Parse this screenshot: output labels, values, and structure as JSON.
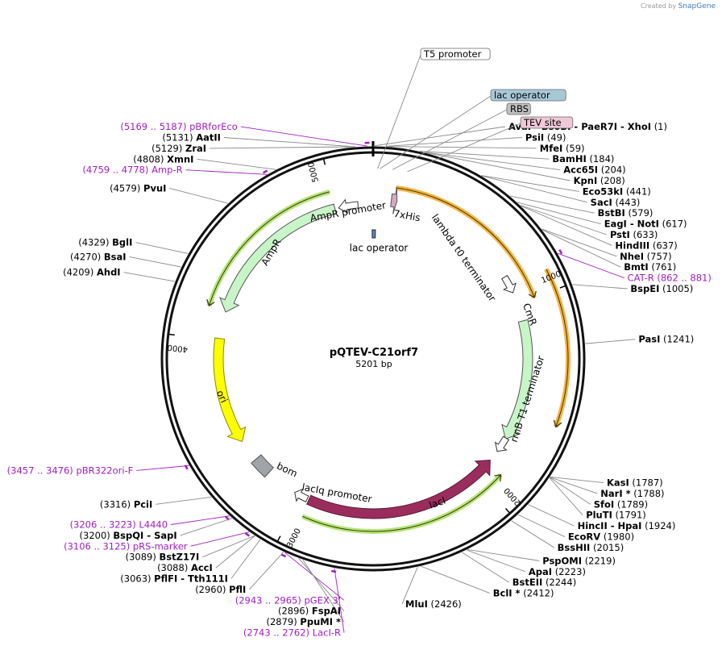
{
  "brand": {
    "prefix": "Created by",
    "name": "SnapGene"
  },
  "map": {
    "name": "pQTEV-C21orf7",
    "length_label": "5201 bp",
    "length": 5201
  },
  "ticks": [
    {
      "label": "1000",
      "pos": 1000
    },
    {
      "label": "2000",
      "pos": 2000
    },
    {
      "label": "3000",
      "pos": 3000
    },
    {
      "label": "4000",
      "pos": 4000
    },
    {
      "label": "5000",
      "pos": 5000
    }
  ],
  "colors": {
    "orange": "#f5a623",
    "green_arc": "#a8e060",
    "mint": "#c8f5c8",
    "yellow": "#ffff00",
    "maroon": "#9b2d5e",
    "gray": "#a0a4a8",
    "primer": "#a020c0",
    "lacop": "#5a8ea8"
  },
  "sites": [
    {
      "name": "AvaI  - BsoBI  - PaeR7I  - XhoI",
      "pos": "(1)",
      "coord": 1
    },
    {
      "name": "PsiI",
      "pos": "(49)",
      "coord": 49
    },
    {
      "name": "MfeI",
      "pos": "(59)",
      "coord": 59
    },
    {
      "name": "BamHI",
      "pos": "(184)",
      "coord": 184
    },
    {
      "name": "Acc65I",
      "pos": "(204)",
      "coord": 204
    },
    {
      "name": "KpnI",
      "pos": "(208)",
      "coord": 208
    },
    {
      "name": "Eco53kI",
      "pos": "(441)",
      "coord": 441
    },
    {
      "name": "SacI",
      "pos": "(443)",
      "coord": 443
    },
    {
      "name": "BstBI",
      "pos": "(579)",
      "coord": 579
    },
    {
      "name": "EagI  - NotI",
      "pos": "(617)",
      "coord": 617
    },
    {
      "name": "PstI",
      "pos": "(633)",
      "coord": 633
    },
    {
      "name": "HindIII",
      "pos": "(637)",
      "coord": 637
    },
    {
      "name": "NheI",
      "pos": "(757)",
      "coord": 757
    },
    {
      "name": "BmtI",
      "pos": "(761)",
      "coord": 761
    },
    {
      "name": "BspEI",
      "pos": "(1005)",
      "coord": 1005
    },
    {
      "name": "PasI",
      "pos": "(1241)",
      "coord": 1241
    },
    {
      "name": "KasI",
      "pos": "(1787)",
      "coord": 1787
    },
    {
      "name": "NarI *",
      "pos": "(1788)",
      "coord": 1788
    },
    {
      "name": "SfoI",
      "pos": "(1789)",
      "coord": 1789
    },
    {
      "name": "PluTI",
      "pos": "(1791)",
      "coord": 1791
    },
    {
      "name": "HincII  - HpaI",
      "pos": "(1924)",
      "coord": 1924
    },
    {
      "name": "EcoRV",
      "pos": "(1980)",
      "coord": 1980
    },
    {
      "name": "BssHII",
      "pos": "(2015)",
      "coord": 2015
    },
    {
      "name": "PspOMI",
      "pos": "(2219)",
      "coord": 2219
    },
    {
      "name": "ApaI",
      "pos": "(2223)",
      "coord": 2223
    },
    {
      "name": "BstEII",
      "pos": "(2244)",
      "coord": 2244
    },
    {
      "name": "BclI *",
      "pos": "(2412)",
      "coord": 2412
    },
    {
      "name": "MluI",
      "pos": "(2426)",
      "coord": 2426
    },
    {
      "name": "PpuMI *",
      "pos": "(2879)",
      "coord": 2879
    },
    {
      "name": "FspAI",
      "pos": "(2896)",
      "coord": 2896
    },
    {
      "name": "PflI",
      "pos": "(2960)",
      "coord": 2960
    },
    {
      "name": "PflFI  - Tth111I",
      "pos": "(3063)",
      "coord": 3063
    },
    {
      "name": "AccI",
      "pos": "(3088)",
      "coord": 3088
    },
    {
      "name": "BstZ17I",
      "pos": "(3089)",
      "coord": 3089
    },
    {
      "name": "BspQI  - SapI",
      "pos": "(3200)",
      "coord": 3200
    },
    {
      "name": "PciI",
      "pos": "(3316)",
      "coord": 3316
    },
    {
      "name": "AhdI",
      "pos": "(4209)",
      "coord": 4209
    },
    {
      "name": "BsaI",
      "pos": "(4270)",
      "coord": 4270
    },
    {
      "name": "BglI",
      "pos": "(4329)",
      "coord": 4329
    },
    {
      "name": "PvuI",
      "pos": "(4579)",
      "coord": 4579
    },
    {
      "name": "XmnI",
      "pos": "(4808)",
      "coord": 4808
    },
    {
      "name": "ZraI",
      "pos": "(5129)",
      "coord": 5129
    },
    {
      "name": "AatII",
      "pos": "(5131)",
      "coord": 5131
    }
  ],
  "primers": [
    {
      "label": "CAT-R",
      "range": "(862 .. 881)",
      "coord": 871
    },
    {
      "label": "pBR322ori-F",
      "range": "(3457 .. 3476)",
      "coord": 3466
    },
    {
      "label": "L4440",
      "range": "(3206 .. 3223)",
      "coord": 3214
    },
    {
      "label": "pRS-marker",
      "range": "(3106 .. 3125)",
      "coord": 3115
    },
    {
      "label": "pGEX 3'",
      "range": "(2943 .. 2965)",
      "coord": 2954
    },
    {
      "label": "LacI-R",
      "range": "(2743 .. 2762)",
      "coord": 2752
    },
    {
      "label": "Amp-R",
      "range": "(4759 .. 4778)",
      "coord": 4768
    },
    {
      "label": "pBRforEco",
      "range": "(5169 .. 5187)",
      "coord": 5178
    }
  ],
  "feature_boxes": [
    {
      "label": "T5 promoter",
      "color": "#ffffff"
    },
    {
      "label": "lac operator",
      "color": "#a8c8d8"
    },
    {
      "label": "RBS",
      "color": "#c0c0c0"
    },
    {
      "label": "TEV site",
      "color": "#f0c8d8"
    }
  ],
  "features": [
    {
      "label": "AmpR promoter",
      "start": 5015,
      "end": 5120,
      "strand": -1,
      "kind": "promoter"
    },
    {
      "label": "AmpR",
      "start": 4155,
      "end": 4995,
      "strand": -1,
      "kind": "gene"
    },
    {
      "label": "ori",
      "start": 3435,
      "end": 4010,
      "strand": -1,
      "kind": "ori"
    },
    {
      "label": "bom",
      "start": 3215,
      "end": 3315,
      "strand": 0,
      "kind": "misc"
    },
    {
      "label": "lacIq promoter",
      "start": 2965,
      "end": 3040,
      "strand": 1,
      "kind": "promoter"
    },
    {
      "label": "lacI",
      "start": 1890,
      "end": 2955,
      "strand": -1,
      "kind": "lacI"
    },
    {
      "label": "CmR",
      "start": 1095,
      "end": 1750,
      "strand": 1,
      "kind": "gene"
    },
    {
      "label": "lambda t0 terminator",
      "start": 840,
      "end": 935,
      "strand": 1,
      "kind": "terminator"
    },
    {
      "label": "rrnB T1 terminator",
      "start": 1745,
      "end": 1830,
      "strand": 1,
      "kind": "terminator"
    },
    {
      "label": "7xHis",
      "start": 95,
      "end": 125,
      "strand": 1,
      "kind": "his"
    },
    {
      "label": "lac operator",
      "start": 5195,
      "end": 15,
      "strand": 0,
      "kind": "lacop"
    }
  ],
  "orfs": [
    {
      "start": 110,
      "end": 1000,
      "strand": 1,
      "color": "#f5a623",
      "radius": 214
    },
    {
      "start": 905,
      "end": 1595,
      "strand": 1,
      "color": "#f5a623",
      "radius": 242
    },
    {
      "start": 4160,
      "end": 4990,
      "strand": -1,
      "color": "#a8e060",
      "radius": 214
    },
    {
      "start": 1910,
      "end": 2950,
      "strand": -1,
      "color": "#a8e060",
      "radius": 214
    }
  ]
}
